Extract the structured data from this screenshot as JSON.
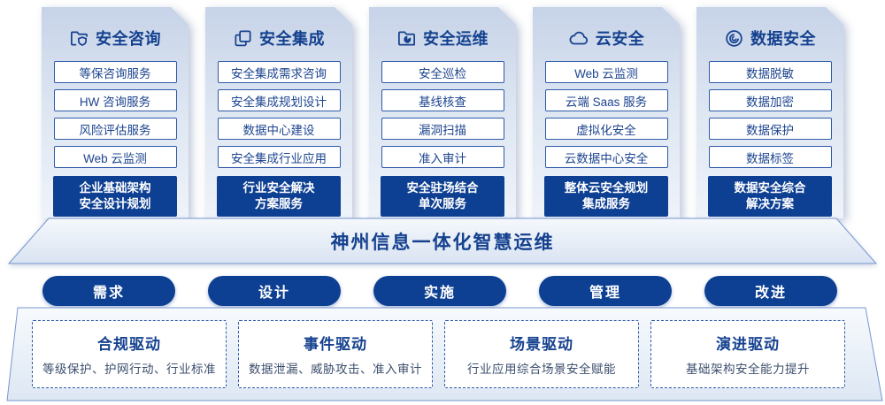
{
  "colors": {
    "primary_dark": "#0d3f92",
    "navy_text": "#15418f",
    "box_border": "#2f5aa8",
    "card_gradient_top": "#c7d3e8",
    "card_gradient_bottom": "#eff3fa"
  },
  "columns": [
    {
      "icon": "folder-shield-icon",
      "title": "安全咨询",
      "items": [
        "等保咨询服务",
        "HW 咨询服务",
        "风险评估服务",
        "Web 云监测"
      ],
      "footer": "企业基础架构\n安全设计规划"
    },
    {
      "icon": "copy-documents-icon",
      "title": "安全集成",
      "items": [
        "安全集成需求咨询",
        "安全集成规划设计",
        "数据中心建设",
        "安全集成行业应用"
      ],
      "footer": "行业安全解决\n方案服务"
    },
    {
      "icon": "folder-clock-icon",
      "title": "安全运维",
      "items": [
        "安全巡检",
        "基线核查",
        "漏洞扫描",
        "准入审计"
      ],
      "footer": "安全驻场结合\n单次服务"
    },
    {
      "icon": "cloud-icon",
      "title": "云安全",
      "items": [
        "Web 云监测",
        "云端 Saas 服务",
        "虚拟化安全",
        "云数据中心安全"
      ],
      "footer": "整体云安全规划\n集成服务"
    },
    {
      "icon": "fingerprint-spiral-icon",
      "title": "数据安全",
      "items": [
        "数据脱敏",
        "数据加密",
        "数据保护",
        "数据标签"
      ],
      "footer": "数据安全综合\n解决方案"
    }
  ],
  "banner": {
    "title": "神州信息一体化智慧运维"
  },
  "process_pills": [
    "需求",
    "设计",
    "实施",
    "管理",
    "改进"
  ],
  "drivers": [
    {
      "title": "合规驱动",
      "desc": "等级保护、护网行动、行业标准"
    },
    {
      "title": "事件驱动",
      "desc": "数据泄漏、威胁攻击、准入审计"
    },
    {
      "title": "场景驱动",
      "desc": "行业应用综合场景安全赋能"
    },
    {
      "title": "演进驱动",
      "desc": "基础架构安全能力提升"
    }
  ]
}
